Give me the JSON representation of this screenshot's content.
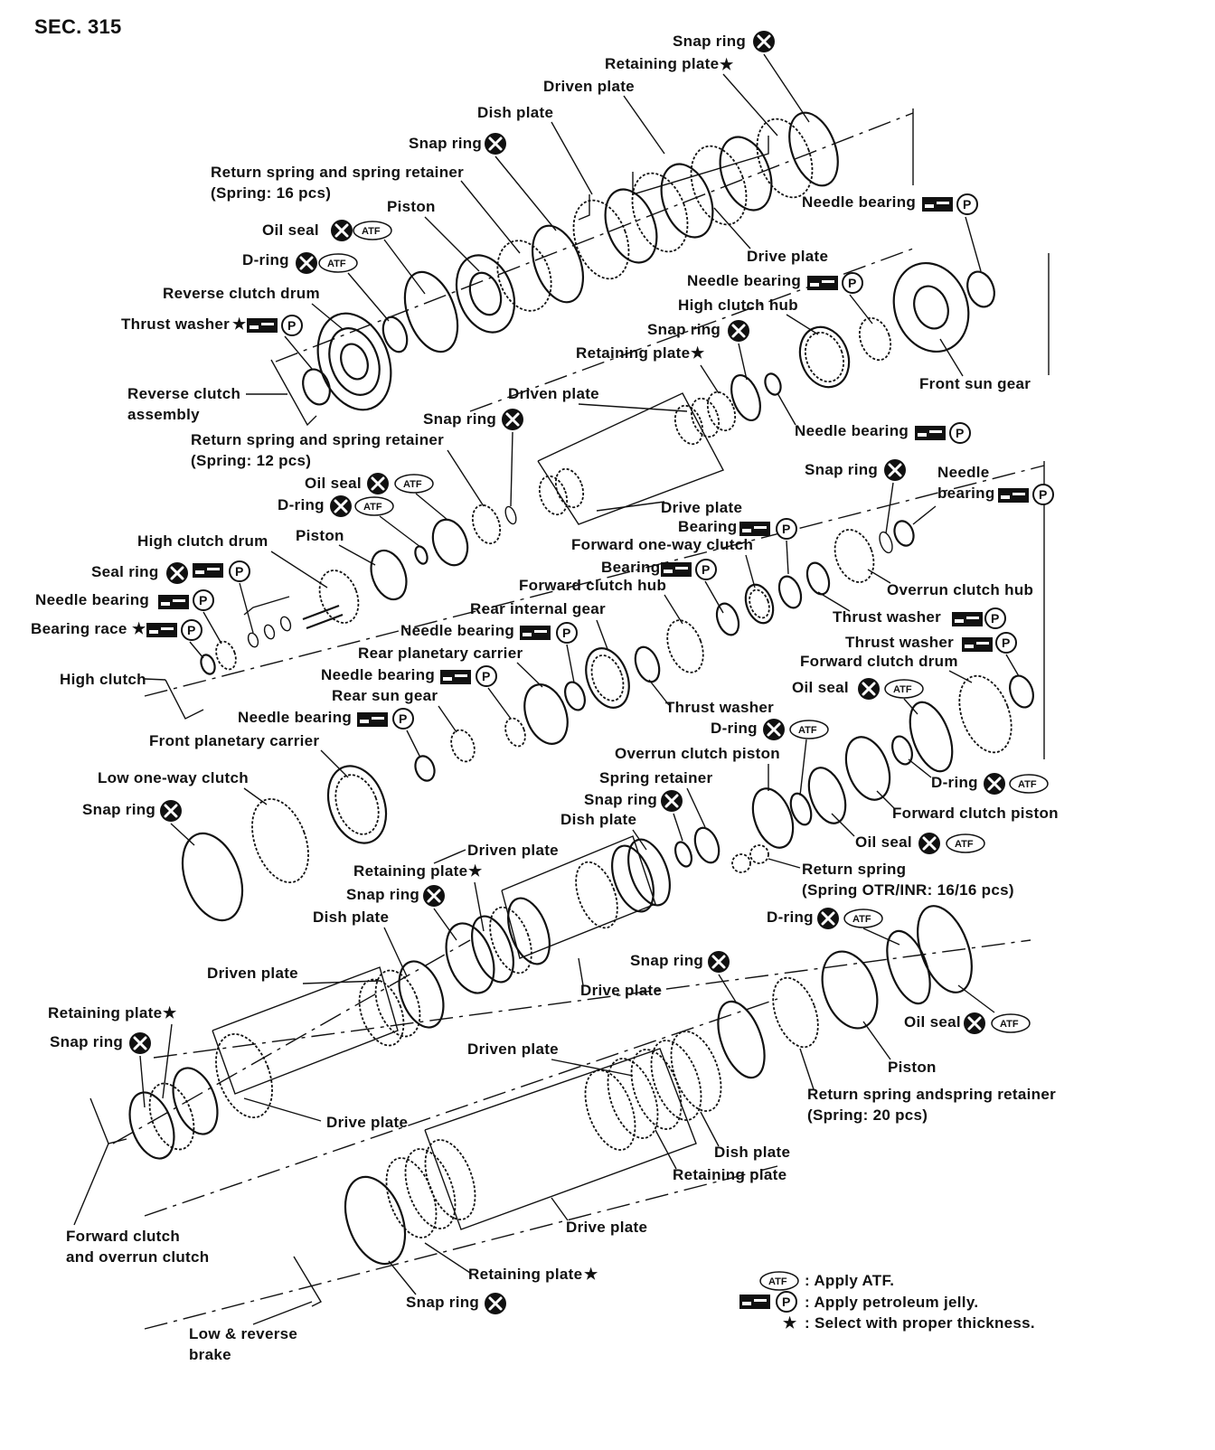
{
  "section_title": "SEC. 315",
  "labels": {
    "snap_ring_1": "Snap ring",
    "retaining_plate_1": "Retaining plate",
    "driven_plate_1": "Driven plate",
    "dish_plate_1": "Dish plate",
    "snap_ring_2": "Snap ring",
    "return_spring_1_a": "Return spring and spring retainer",
    "return_spring_1_b": "(Spring: 16 pcs)",
    "piston_1": "Piston",
    "oil_seal_1": "Oil seal",
    "d_ring_1": "D-ring",
    "reverse_clutch_drum": "Reverse clutch drum",
    "thrust_washer_1": "Thrust washer",
    "needle_bearing_1": "Needle bearing",
    "drive_plate_1": "Drive plate",
    "needle_bearing_2": "Needle bearing",
    "high_clutch_hub": "High clutch hub",
    "snap_ring_3": "Snap ring",
    "retaining_plate_2": "Retaining plate",
    "front_sun_gear": "Front sun gear",
    "reverse_clutch_assembly_a": "Reverse clutch",
    "reverse_clutch_assembly_b": "assembly",
    "driven_plate_2": "Driven plate",
    "snap_ring_4": "Snap ring",
    "needle_bearing_3": "Needle bearing",
    "return_spring_2_a": "Return spring and spring retainer",
    "return_spring_2_b": "(Spring: 12 pcs)",
    "snap_ring_5": "Snap ring",
    "needle_bearing_4_a": "Needle",
    "needle_bearing_4_b": "bearing",
    "oil_seal_2": "Oil seal",
    "d_ring_2": "D-ring",
    "drive_plate_2": "Drive plate",
    "bearing_1": "Bearing",
    "high_clutch_drum": "High clutch drum",
    "piston_2": "Piston",
    "forward_one_way_clutch": "Forward one-way clutch",
    "seal_ring": "Seal ring",
    "bearing_2": "Bearing",
    "overrun_clutch_hub": "Overrun clutch hub",
    "needle_bearing_5": "Needle bearing",
    "forward_clutch_hub": "Forward clutch hub",
    "rear_internal_gear": "Rear internal gear",
    "thrust_washer_2": "Thrust washer",
    "bearing_race": "Bearing race",
    "needle_bearing_6": "Needle bearing",
    "thrust_washer_3": "Thrust washer",
    "rear_planetary_carrier": "Rear planetary carrier",
    "forward_clutch_drum": "Forward clutch drum",
    "high_clutch": "High clutch",
    "needle_bearing_7": "Needle bearing",
    "rear_sun_gear": "Rear sun gear",
    "oil_seal_3": "Oil seal",
    "thrust_washer_4": "Thrust washer",
    "needle_bearing_8": "Needle bearing",
    "d_ring_3": "D-ring",
    "front_planetary_carrier": "Front planetary carrier",
    "overrun_clutch_piston": "Overrun clutch piston",
    "low_one_way_clutch": "Low one-way clutch",
    "spring_retainer": "Spring retainer",
    "d_ring_4": "D-ring",
    "snap_ring_6": "Snap ring",
    "snap_ring_7": "Snap ring",
    "forward_clutch_piston": "Forward clutch piston",
    "dish_plate_2": "Dish plate",
    "oil_seal_4": "Oil seal",
    "driven_plate_3": "Driven plate",
    "return_spring_3_a": "Return spring",
    "return_spring_3_b": "(Spring OTR/INR: 16/16 pcs)",
    "retaining_plate_3": "Retaining plate",
    "snap_ring_8": "Snap ring",
    "d_ring_5": "D-ring",
    "dish_plate_3": "Dish plate",
    "driven_plate_4": "Driven plate",
    "snap_ring_9": "Snap ring",
    "drive_plate_3": "Drive plate",
    "retaining_plate_4": "Retaining plate",
    "oil_seal_5": "Oil seal",
    "snap_ring_10": "Snap ring",
    "driven_plate_5": "Driven plate",
    "piston_3": "Piston",
    "return_spring_4_a": "Return spring andspring retainer",
    "return_spring_4_b": "(Spring: 20 pcs)",
    "drive_plate_4": "Drive plate",
    "dish_plate_4": "Dish plate",
    "retaining_plate_5": "Retaining plate",
    "forward_overrun_a": "Forward clutch",
    "forward_overrun_b": "and overrun clutch",
    "drive_plate_5": "Drive plate",
    "retaining_plate_6": "Retaining plate",
    "snap_ring_11": "Snap ring",
    "low_reverse_a": "Low & reverse",
    "low_reverse_b": "brake"
  },
  "symbols": {
    "atf": "ATF",
    "petroleum": "P",
    "star": "★"
  },
  "legend": {
    "atf_text": ": Apply ATF.",
    "jelly_text": ": Apply petroleum jelly.",
    "star_text": ": Select with proper thickness."
  }
}
